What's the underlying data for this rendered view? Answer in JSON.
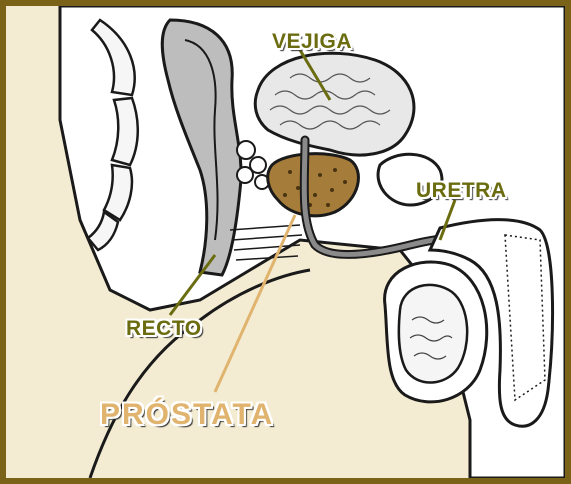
{
  "labels": {
    "bladder": "VEJIGA",
    "urethra": "URETRA",
    "rectum": "RECTO",
    "prostate": "PRÓSTATA"
  },
  "colors": {
    "frame": "#7a6318",
    "background": "#f3ecd2",
    "label_green": "#6b6c10",
    "label_tan": "#e0b46e",
    "prostate_fill": "#a67c3a",
    "outline": "#1a1a1a"
  }
}
